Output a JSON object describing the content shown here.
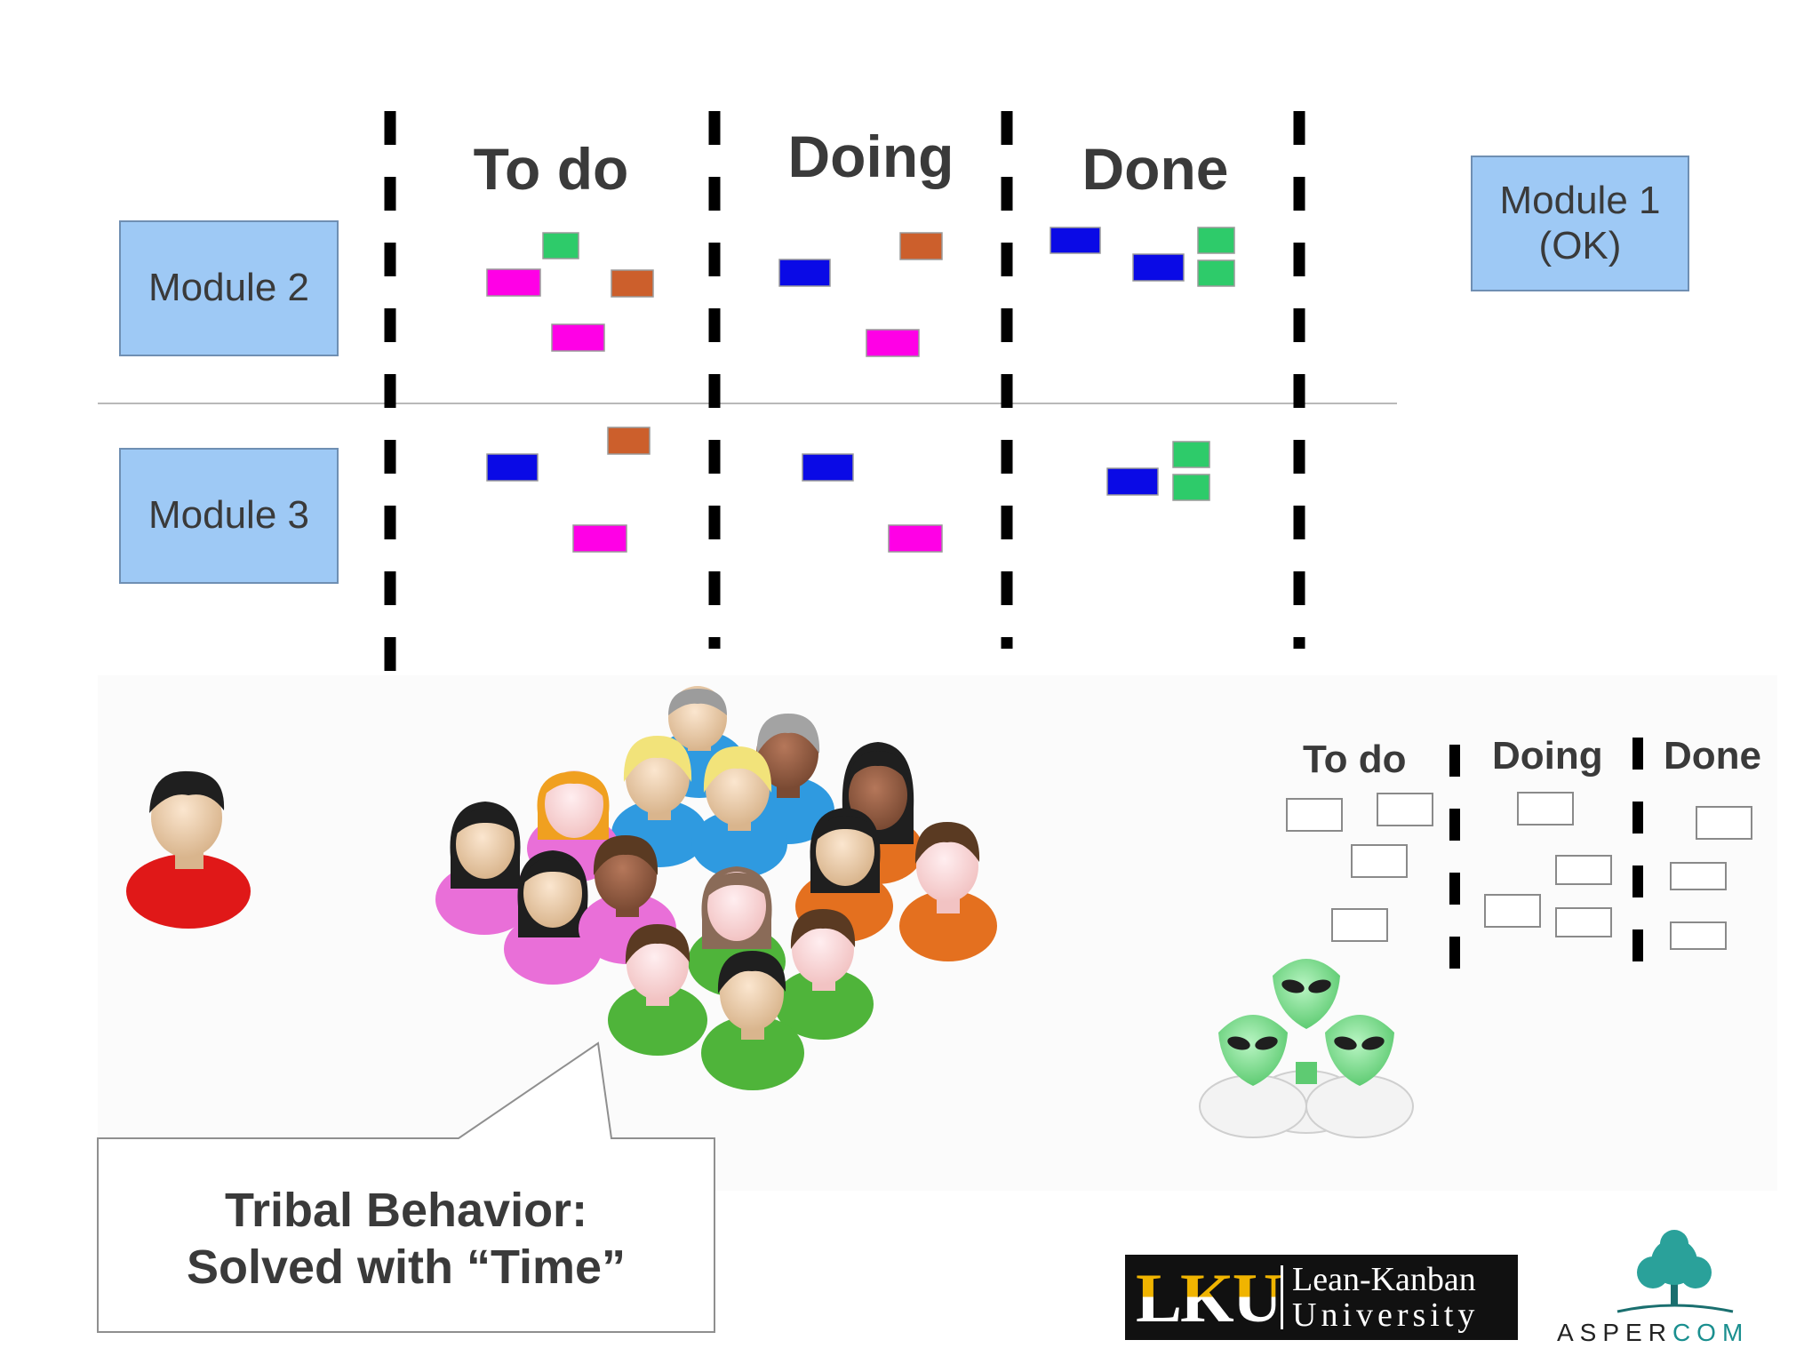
{
  "board": {
    "columns": [
      {
        "title": "To do"
      },
      {
        "title": "Doing"
      },
      {
        "title": "Done"
      }
    ],
    "rows": [
      {
        "module": "Module 2"
      },
      {
        "module": "Module 3"
      }
    ],
    "completed_module": {
      "line1": "Module 1",
      "line2": "(OK)"
    }
  },
  "mini_board": {
    "columns": [
      {
        "title": "To do"
      },
      {
        "title": "Doing"
      },
      {
        "title": "Done"
      }
    ]
  },
  "callout": {
    "line1": "Tribal Behavior:",
    "line2": "Solved with “Time”"
  },
  "logos": {
    "lku_mark": "LKU",
    "lku_line1": "Lean-Kanban",
    "lku_line2": "University",
    "aspercom_main": "ASPER",
    "aspercom_accent": "COM"
  },
  "colors": {
    "blue_card": "#0a0ae6",
    "magenta_card": "#ff00e6",
    "green_card": "#2ecb6a",
    "orange_card": "#cc5f2c",
    "module_fill": "#9ec9f5"
  }
}
